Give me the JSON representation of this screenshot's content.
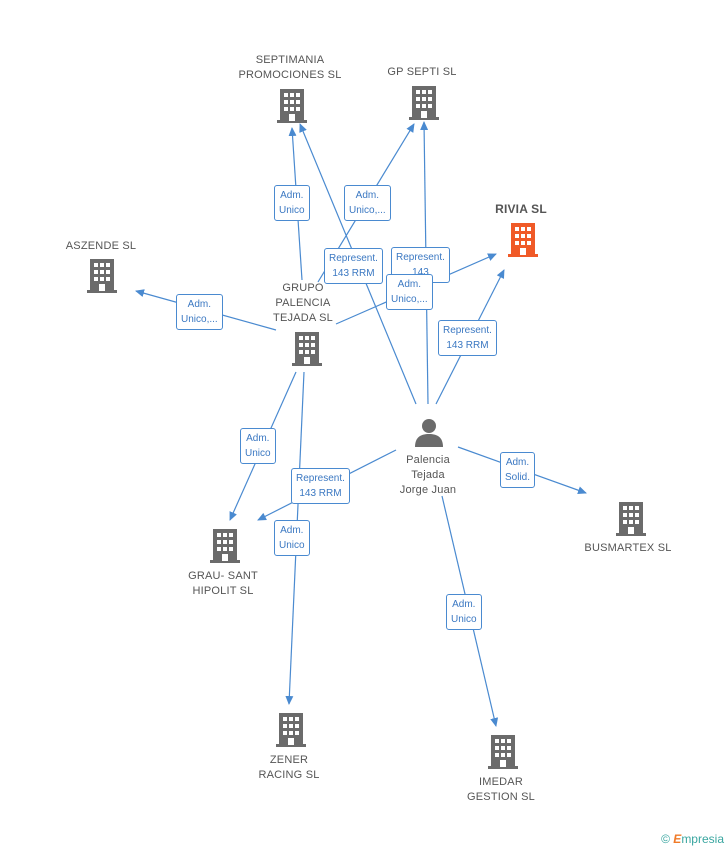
{
  "nodes": {
    "septimania": "SEPTIMANIA\nPROMOCIONES SL",
    "gpsepti": "GP SEPTI SL",
    "rivia": "RIVIA SL",
    "aszende": "ASZENDE SL",
    "grupo": "GRUPO\nPALENCIA\nTEJADA SL",
    "person": "Palencia\nTejada\nJorge Juan",
    "busmartex": "BUSMARTEX SL",
    "grau": "GRAU- SANT\nHIPOLIT SL",
    "zener": "ZENER\nRACING SL",
    "imedar": "IMEDAR\nGESTION SL"
  },
  "edges": {
    "grupo_septimania": "Adm.\nUnico",
    "grupo_gpsepti": "Adm.\nUnico,...",
    "person_septimania": "Represent.\n143 RRM",
    "person_gpsepti": "Represent.\n143",
    "grupo_rivia": "Adm.\nUnico,...",
    "person_rivia": "Represent.\n143 RRM",
    "grupo_aszende": "Adm.\nUnico,...",
    "grupo_grau": "Adm.\nUnico",
    "person_grau": "Represent.\n143 RRM",
    "grupo_zener": "Adm.\nUnico",
    "person_busmartex": "Adm.\nSolid.",
    "person_imedar": "Adm.\nUnico"
  },
  "colors": {
    "edge": "#4a8ad0",
    "building": "#6b6b6b",
    "focus": "#f05a28",
    "person": "#6b6b6b"
  },
  "brand": {
    "copyright": "©",
    "name": "mpresia",
    "initial": "E"
  }
}
